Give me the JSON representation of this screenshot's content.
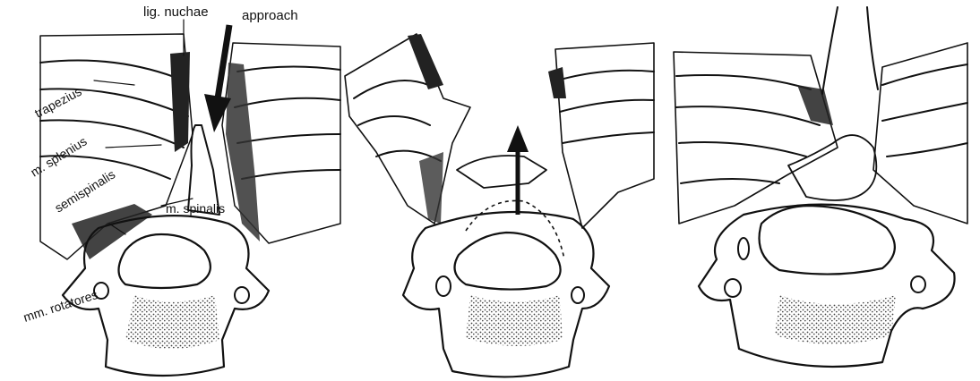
{
  "figure": {
    "labels": {
      "lig_nuchae": "lig. nuchae",
      "approach": "approach",
      "trapezius": "trapezius",
      "splenius": "m. splenius",
      "semispinalis": "semispinalis",
      "spinalis": "m. spinalis",
      "rotatores": "mm. rotatores"
    },
    "colors": {
      "ink": "#111111",
      "paper": "#ffffff"
    },
    "icons": {
      "approach_arrow": "arrow-down-icon",
      "lift_arrow": "arrow-up-icon"
    }
  }
}
